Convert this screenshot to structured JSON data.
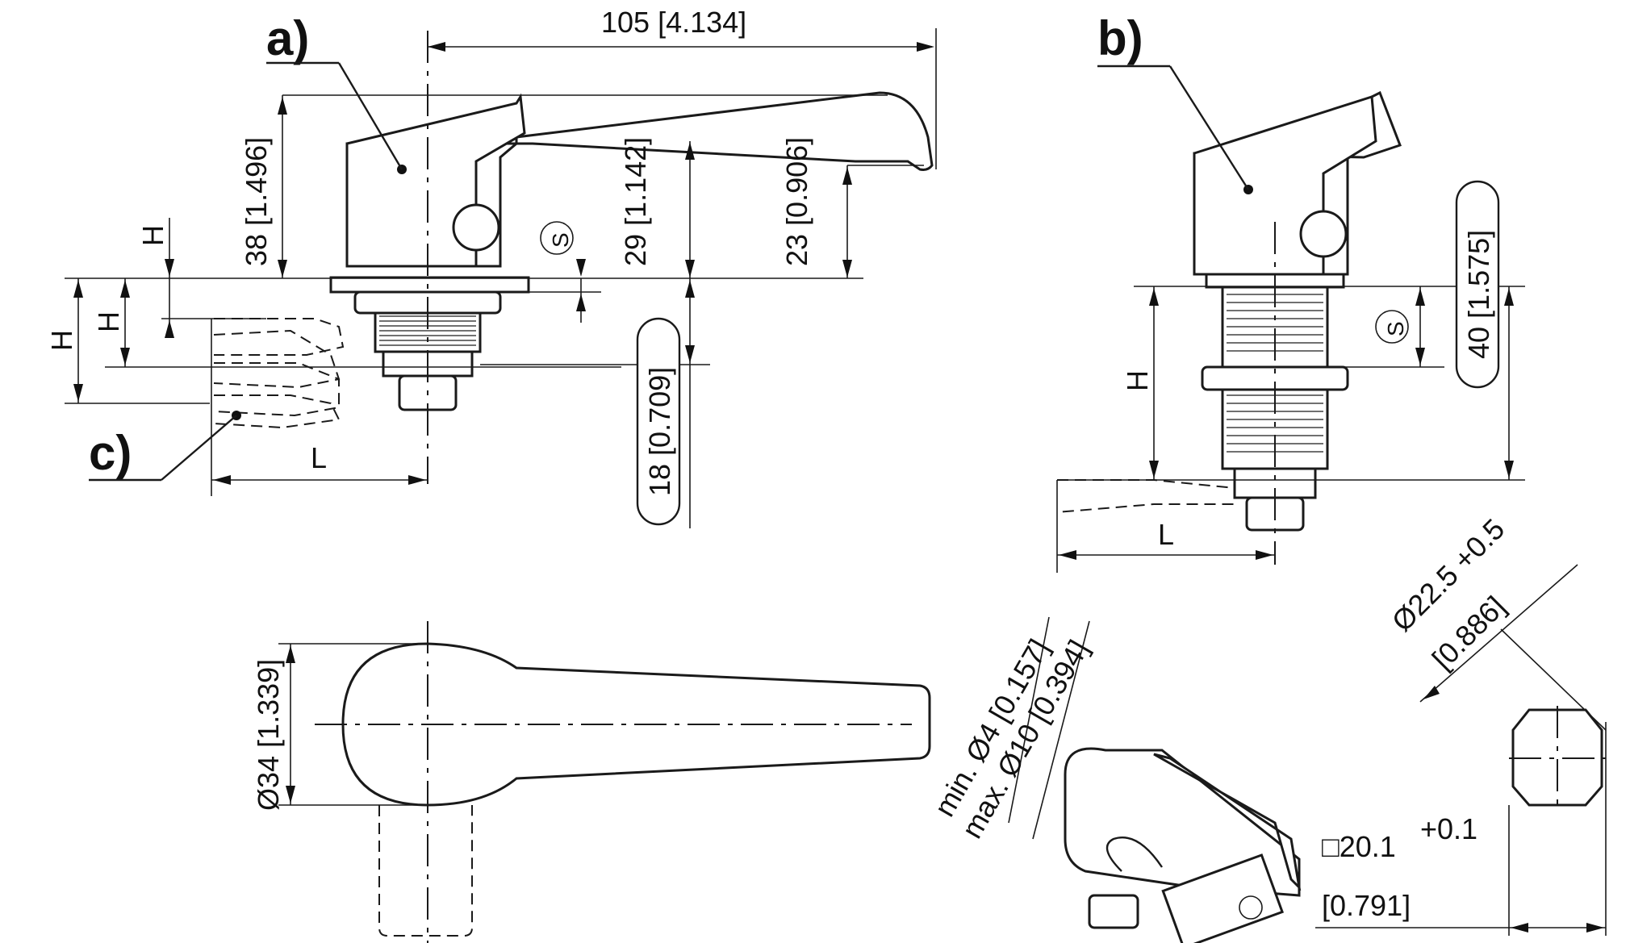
{
  "labels": {
    "a": "a)",
    "b": "b)",
    "c": "c)"
  },
  "dimensions": {
    "width_105": "105 [4.134]",
    "height_38": "38 [1.496]",
    "height_29": "29 [1.142]",
    "height_23": "23 [0.906]",
    "height_18": "18 [0.709]",
    "height_40": "40 [1.575]",
    "diameter_34": "Ø34 [1.339]",
    "diameter_22_5": "Ø22.5 +0.5",
    "diameter_22_5_inch": "[0.886]",
    "square_20_1": "□20.1",
    "square_tol": "+0.1",
    "square_inch": "[0.791]",
    "padlock_min": "min. Ø4 [0.157]",
    "padlock_max": "max. Ø10 [0.394]"
  },
  "symbols": {
    "H": "H",
    "L": "L",
    "S": "S"
  }
}
